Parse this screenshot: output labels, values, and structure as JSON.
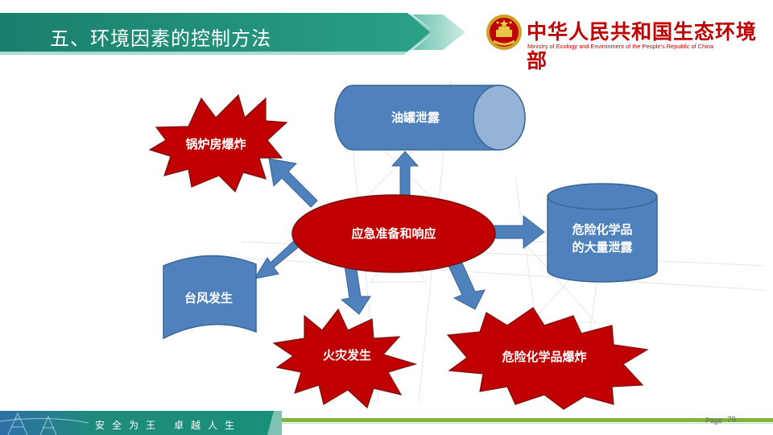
{
  "slide": {
    "title": "五、环境因素的控制方法",
    "org_name": "中华人民共和国生态环境部",
    "org_name_en": "Ministry of Ecology and Environment of the People's Republic of China",
    "page_label": "Page",
    "page_number": "79"
  },
  "footer": {
    "slogan_left": "安全为王",
    "slogan_right": "卓越人生"
  },
  "diagram": {
    "center": "应急准备和响应",
    "nodes": {
      "boiler": "锅炉房爆炸",
      "oil_tank": "油罐泄露",
      "chem_leak_line1": "危险化学品",
      "chem_leak_line2": "的大量泄露",
      "typhoon": "台风发生",
      "fire": "火灾发生",
      "chem_explosion": "危险化学品爆炸"
    }
  },
  "colors": {
    "title_bar": "#1c8a76",
    "node_blue": "#4f81bd",
    "node_red": "#c00000",
    "brand_red": "#c00000",
    "footer_green": "#7cb342"
  }
}
